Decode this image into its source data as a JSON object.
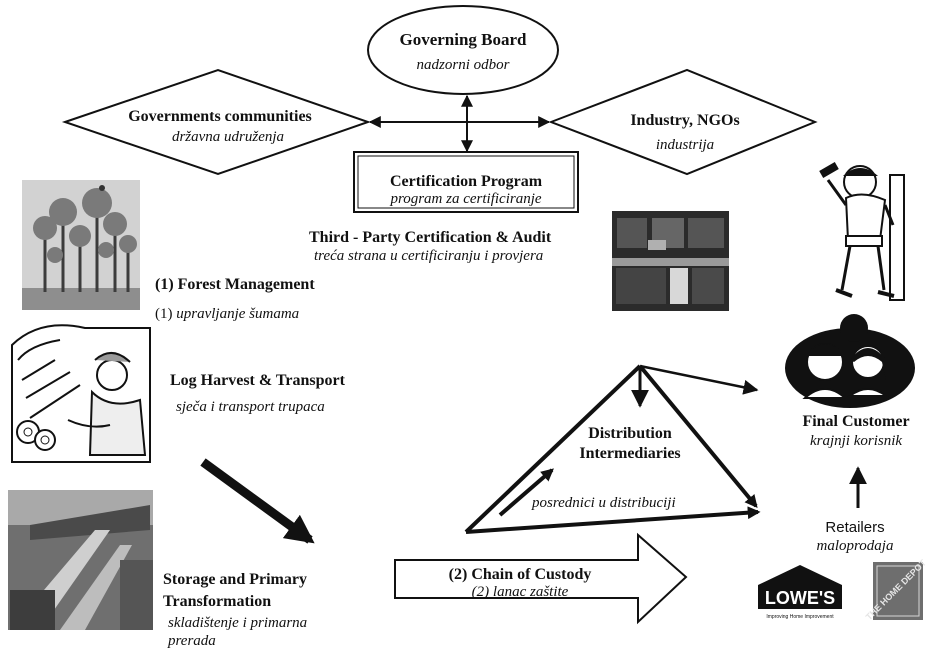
{
  "nodes": {
    "governing_board": {
      "title": "Governing Board",
      "subtitle": "nadzorni odbor"
    },
    "governments": {
      "title": "Governments communities",
      "subtitle": "državna udruženja"
    },
    "industry": {
      "title": "Industry, NGOs",
      "subtitle": "industrija"
    },
    "certification": {
      "title": "Certification Program",
      "subtitle": "program za certificiranje"
    },
    "third_party": {
      "title": "Third - Party Certification & Audit",
      "subtitle": "treća strana  u certificiranju i provjera"
    },
    "forest": {
      "title": "(1) Forest Management",
      "subtitle_prefix": "(1) ",
      "subtitle": "upravljanje šumama"
    },
    "log_harvest": {
      "title": "Log Harvest & Transport",
      "subtitle": "sječa i transport trupaca"
    },
    "storage": {
      "title_line1": "Storage and Primary",
      "title_line2": "Transformation",
      "subtitle_line1": "skladištenje i primarna",
      "subtitle_line2": "prerada"
    },
    "chain": {
      "title": "(2) Chain of Custody",
      "subtitle": "(2) lanac zaštite"
    },
    "distribution": {
      "title_line1": "Distribution",
      "title_line2": "Intermediaries",
      "subtitle": "posrednici u distribuciji"
    },
    "final_customer": {
      "title": "Final Customer",
      "subtitle": "krajnji korisnik"
    },
    "retailers": {
      "title": "Retailers",
      "subtitle": "maloprodaja"
    }
  },
  "logos": {
    "lowes": "LOWE'S",
    "lowes_tagline": "Improving Home Improvement",
    "home_depot": "THE HOME DEPOT"
  },
  "colors": {
    "ink": "#111111",
    "gray_dark": "#3a3a3a",
    "gray_mid": "#7d7d7d",
    "gray_light": "#c4c4c4",
    "photo_dark": "#2b2b2b"
  }
}
